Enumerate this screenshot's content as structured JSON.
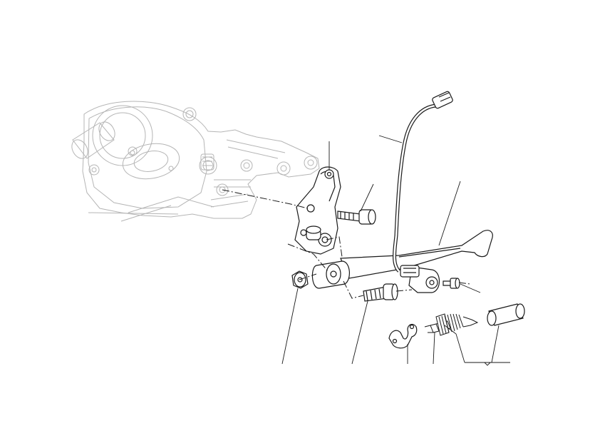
{
  "figure": {
    "type": "exploded-parts-diagram",
    "background": "#ffffff",
    "line_color": "#1a1a1a",
    "ghost_color": "#b5b5b5",
    "part_labels": []
  },
  "parts": [
    {
      "id": "engine-casing-ghost",
      "name": "engine-casing",
      "style": "ghost"
    },
    {
      "id": "mounting-bracket",
      "name": "mounting-bracket"
    },
    {
      "id": "bracket-bolt",
      "name": "bracket-bolt"
    },
    {
      "id": "sensor-cable",
      "name": "sensor-cable"
    },
    {
      "id": "sensor-connector",
      "name": "sensor-connector"
    },
    {
      "id": "side-stand",
      "name": "side-stand"
    },
    {
      "id": "nut",
      "name": "nut"
    },
    {
      "id": "pivot-bolt",
      "name": "pivot-bolt"
    },
    {
      "id": "sensor-screw",
      "name": "sensor-screw"
    },
    {
      "id": "spring-hook-plate",
      "name": "spring-hook-plate"
    },
    {
      "id": "spring-inner",
      "name": "spring-inner"
    },
    {
      "id": "spring-outer",
      "name": "spring-outer"
    },
    {
      "id": "spring-sleeve",
      "name": "spring-sleeve"
    }
  ]
}
